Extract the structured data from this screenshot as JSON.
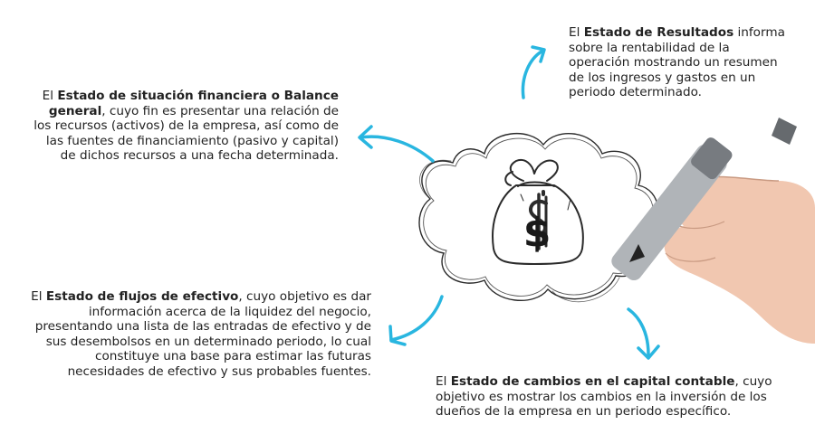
{
  "colors": {
    "arrow": "#29b6e0",
    "text": "#222222",
    "ink": "#2b2b2b"
  },
  "icons": [
    "money-bag-icon",
    "cloud-sketch",
    "marker-hand"
  ],
  "bag_symbol": "$",
  "blocks": {
    "resultados": {
      "lead": "El ",
      "bold": "Estado de Resultados",
      "lines": [
        " informa",
        "sobre la rentabilidad de la",
        "operación mostrando un resumen",
        "de los ingresos y gastos en un",
        "periodo determinado."
      ]
    },
    "situacion": {
      "lead": "El ",
      "bold1": "Estado de situación financiera o Balance",
      "bold2": "general",
      "lines": [
        ", cuyo fin es presentar una relación de",
        "los recursos (activos) de la empresa, así como de",
        "las fuentes de financiamiento (pasivo y capital)",
        "de dichos recursos a una fecha determinada."
      ]
    },
    "flujos": {
      "lead": "El ",
      "bold": "Estado de flujos de efectivo",
      "lines": [
        ", cuyo objetivo es dar",
        "información acerca de la liquidez del negocio,",
        "presentando una lista de las entradas de efectivo y de",
        "sus desembolsos en un determinado periodo, lo cual",
        "constituye una base para estimar las futuras",
        "necesidades de efectivo y sus probables fuentes."
      ]
    },
    "cambios": {
      "lead": "El ",
      "bold": "Estado de cambios en el capital contable",
      "lines": [
        ", cuyo",
        "objetivo es mostrar los cambios en la inversión de los",
        "dueños de la empresa en un periodo específico."
      ]
    }
  }
}
